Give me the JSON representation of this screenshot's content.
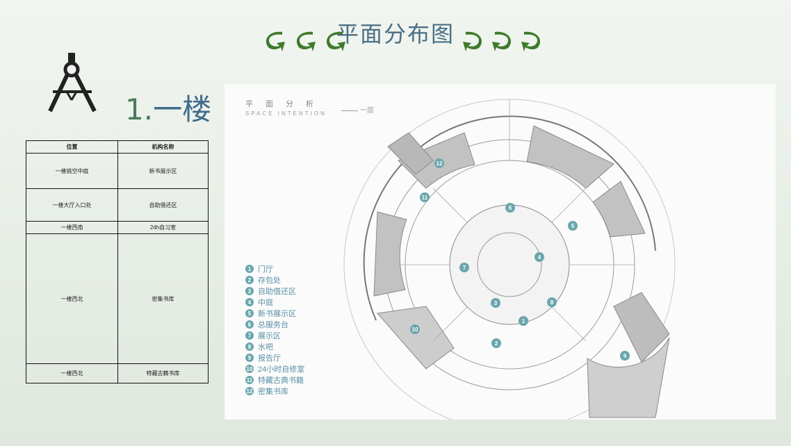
{
  "slide": {
    "title": "平面分布图",
    "floor_title": "1.一楼",
    "floor_number": "1.",
    "floor_name": "一楼",
    "icons": [
      "drafting-compass-icon",
      "curved-arrow-icon"
    ],
    "colors": {
      "title": "#4a6f86",
      "arrow": "#3f7a2c",
      "legend": "#6aa6ad"
    }
  },
  "table": {
    "headers": [
      "位置",
      "机构名称"
    ],
    "rows": [
      {
        "location": "一楼挑空中庭",
        "name": "新书展示区"
      },
      {
        "location": "一楼大厅入口处",
        "name": "自助借还区"
      },
      {
        "location": "一楼西南",
        "name": "24h自习室"
      },
      {
        "location": "一楼西北",
        "name": "密集书库"
      },
      {
        "location": "一楼西北",
        "name": "特藏古籍书库"
      }
    ]
  },
  "plan": {
    "title_cn": "平面分析",
    "title_en": "SPACE INTENTION",
    "floor_label": "一层",
    "legend": [
      {
        "num": "1",
        "label": "门厅"
      },
      {
        "num": "2",
        "label": "存包处"
      },
      {
        "num": "3",
        "label": "自助借还区"
      },
      {
        "num": "4",
        "label": "中庭"
      },
      {
        "num": "5",
        "label": "新书展示区"
      },
      {
        "num": "6",
        "label": "总服务台"
      },
      {
        "num": "7",
        "label": "展示区"
      },
      {
        "num": "8",
        "label": "水吧"
      },
      {
        "num": "9",
        "label": "报告厅"
      },
      {
        "num": "10",
        "label": "24小时自修室"
      },
      {
        "num": "11",
        "label": "特藏古典书籍"
      },
      {
        "num": "12",
        "label": "密集书库"
      }
    ],
    "markers": [
      {
        "num": "1"
      },
      {
        "num": "2"
      },
      {
        "num": "3"
      },
      {
        "num": "4"
      },
      {
        "num": "5"
      },
      {
        "num": "6"
      },
      {
        "num": "7"
      },
      {
        "num": "8"
      },
      {
        "num": "9"
      },
      {
        "num": "10"
      },
      {
        "num": "11"
      },
      {
        "num": "12"
      }
    ]
  }
}
